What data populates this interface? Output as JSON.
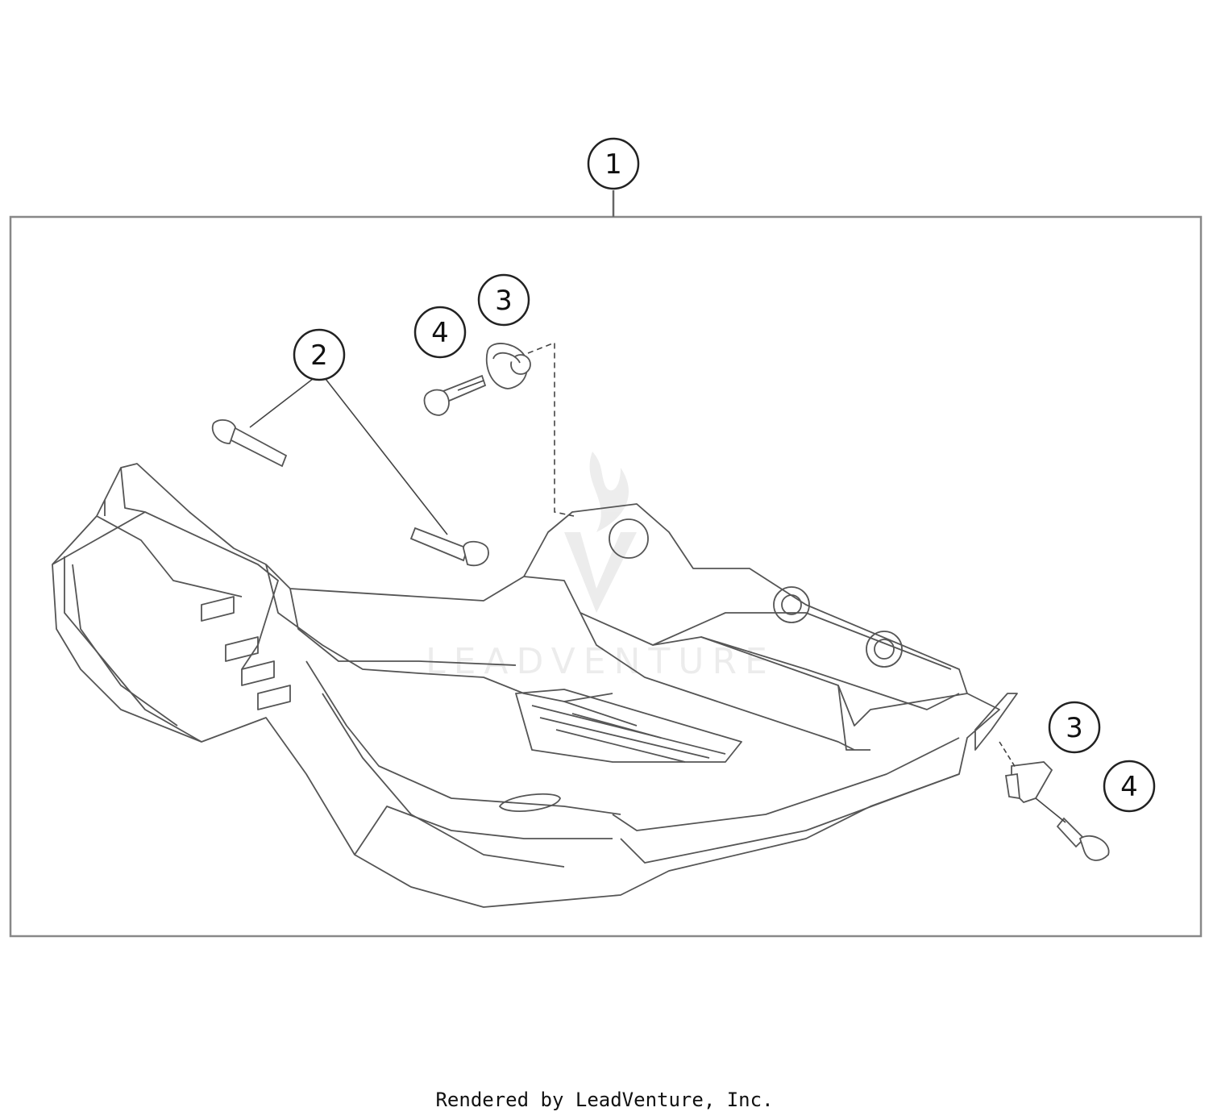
{
  "callouts": [
    {
      "id": "c1",
      "label": "1"
    },
    {
      "id": "c2",
      "label": "2"
    },
    {
      "id": "c3a",
      "label": "3"
    },
    {
      "id": "c4a",
      "label": "4"
    },
    {
      "id": "c3b",
      "label": "3"
    },
    {
      "id": "c4b",
      "label": "4"
    }
  ],
  "watermark": "LEADVENTURE",
  "footer": "Rendered by LeadVenture, Inc.",
  "colors": {
    "line": "#555555",
    "frame": "#888888",
    "callout_stroke": "#222222"
  }
}
